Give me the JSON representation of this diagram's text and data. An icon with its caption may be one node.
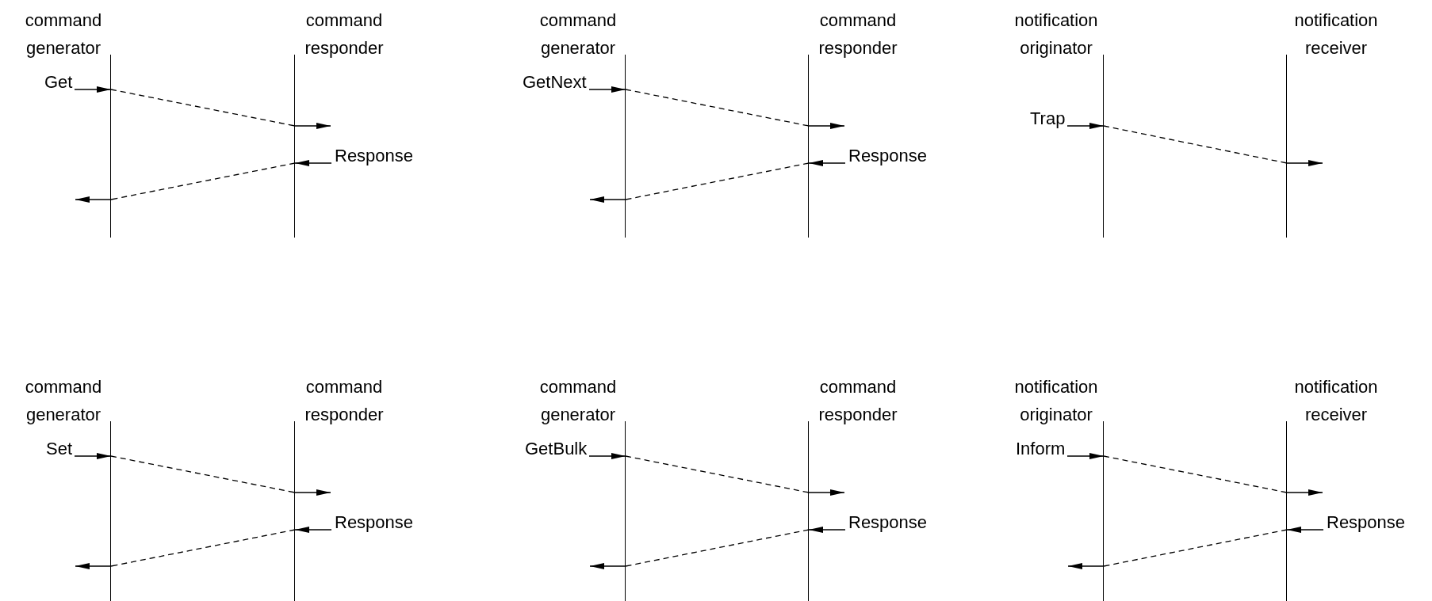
{
  "diagram": {
    "nodes": [
      {
        "text": [
          "command generator"
        ]
      },
      {
        "text": [
          "command responder"
        ]
      },
      {
        "text": [
          "Get"
        ]
      },
      {
        "text": [
          "Response"
        ]
      },
      {
        "text": [
          "command generator"
        ]
      },
      {
        "text": [
          "command responder"
        ]
      },
      {
        "text": [
          "GetNext"
        ]
      },
      {
        "text": [
          "Response"
        ]
      },
      {
        "text": [
          "notification originator"
        ]
      },
      {
        "text": [
          "notification receiver"
        ]
      },
      {
        "text": [
          "Trap"
        ]
      },
      {
        "text": [
          "command generator"
        ]
      },
      {
        "text": [
          "command responder"
        ]
      },
      {
        "text": [
          "Set"
        ]
      },
      {
        "text": [
          "Response"
        ]
      },
      {
        "text": [
          "command generator"
        ]
      },
      {
        "text": [
          "command responder"
        ]
      },
      {
        "text": [
          "GetBulk"
        ]
      },
      {
        "text": [
          "Response"
        ]
      },
      {
        "text": [
          "notification originator"
        ]
      },
      {
        "text": [
          "notification receiver"
        ]
      },
      {
        "text": [
          "Inform"
        ]
      },
      {
        "text": [
          "Response"
        ]
      }
    ],
    "edges": [
      {
        "from": 2,
        "to": 0,
        "arrow": "to"
      },
      {
        "from": 0,
        "to": 1,
        "arrow": "to",
        "style": "dashed"
      },
      {
        "from": 3,
        "to": 1,
        "arrow": "to"
      },
      {
        "from": 1,
        "to": 0,
        "arrow": "to",
        "style": "dashed"
      },
      {
        "from": 6,
        "to": 4,
        "arrow": "to"
      },
      {
        "from": 4,
        "to": 5,
        "arrow": "to",
        "style": "dashed"
      },
      {
        "from": 7,
        "to": 5,
        "arrow": "to"
      },
      {
        "from": 5,
        "to": 4,
        "arrow": "to",
        "style": "dashed"
      },
      {
        "from": 10,
        "to": 8,
        "arrow": "to"
      },
      {
        "from": 8,
        "to": 9,
        "arrow": "to",
        "style": "dashed"
      },
      {
        "from": 13,
        "to": 11,
        "arrow": "to"
      },
      {
        "from": 11,
        "to": 12,
        "arrow": "to",
        "style": "dashed"
      },
      {
        "from": 14,
        "to": 12,
        "arrow": "to"
      },
      {
        "from": 12,
        "to": 11,
        "arrow": "to",
        "style": "dashed"
      },
      {
        "from": 17,
        "to": 15,
        "arrow": "to"
      },
      {
        "from": 15,
        "to": 16,
        "arrow": "to",
        "style": "dashed"
      },
      {
        "from": 18,
        "to": 16,
        "arrow": "to"
      },
      {
        "from": 16,
        "to": 15,
        "arrow": "to",
        "style": "dashed"
      },
      {
        "from": 21,
        "to": 19,
        "arrow": "to"
      },
      {
        "from": 19,
        "to": 20,
        "arrow": "to",
        "style": "dashed"
      },
      {
        "from": 22,
        "to": 20,
        "arrow": "to"
      },
      {
        "from": 20,
        "to": 19,
        "arrow": "to",
        "style": "dashed"
      }
    ]
  }
}
